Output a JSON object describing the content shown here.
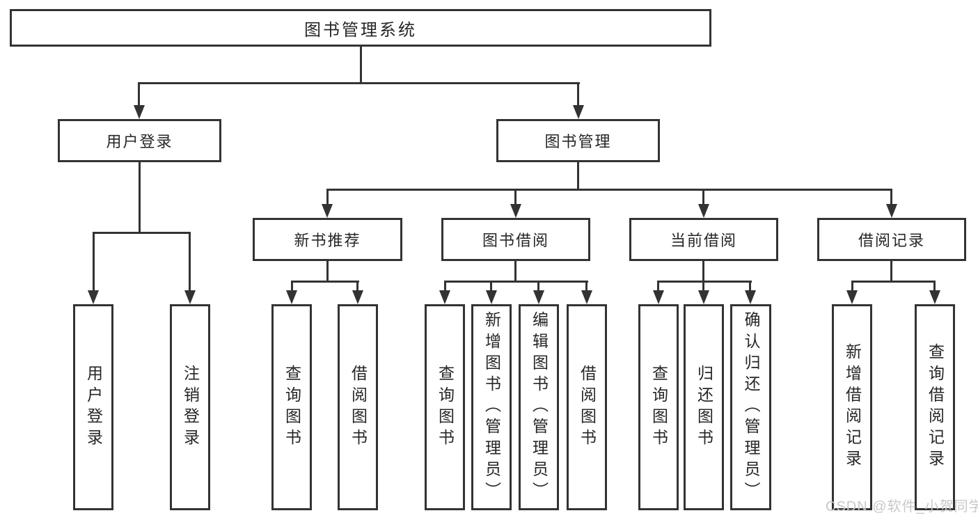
{
  "diagram": {
    "root": {
      "label": "图书管理系统"
    },
    "branches": [
      {
        "label": "用户登录",
        "children": [
          {
            "label": "用户登录"
          },
          {
            "label": "注销登录"
          }
        ]
      },
      {
        "label": "图书管理",
        "children": [
          {
            "label": "新书推荐",
            "children": [
              {
                "label": "查询图书"
              },
              {
                "label": "借阅图书"
              }
            ]
          },
          {
            "label": "图书借阅",
            "children": [
              {
                "label": "查询图书"
              },
              {
                "label": "新增图书（管理员）"
              },
              {
                "label": "编辑图书（管理员）"
              },
              {
                "label": "借阅图书"
              }
            ]
          },
          {
            "label": "当前借阅",
            "children": [
              {
                "label": "查询图书"
              },
              {
                "label": "归还图书"
              },
              {
                "label": "确认归还（管理员）"
              }
            ]
          },
          {
            "label": "借阅记录",
            "children": [
              {
                "label": "新增借阅记录"
              },
              {
                "label": "查询借阅记录"
              }
            ]
          }
        ]
      }
    ]
  },
  "watermark": {
    "text": "CSDN @软件_小贺同学"
  },
  "colors": {
    "line": "#333333",
    "text": "#262626",
    "box_fill": "#ffffff",
    "background": "#ffffff",
    "watermark": "#c8c8c8"
  }
}
